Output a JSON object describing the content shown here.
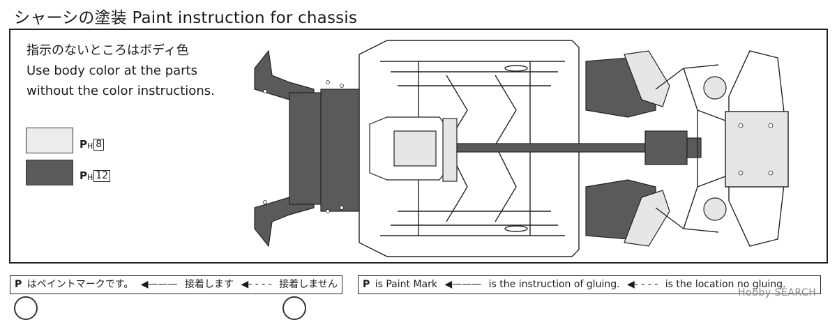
{
  "title": "シャーシの塗装 Paint instruction for chassis",
  "note": {
    "line1": "指示のないところはボディ色",
    "line2": "Use body color at the parts",
    "line3": "without the color instructions."
  },
  "colors": {
    "light": {
      "fill": "#ececec",
      "mark": "P",
      "sub": "H",
      "number": "8"
    },
    "dark": {
      "fill": "#5a5a5a",
      "mark": "P",
      "sub": "H",
      "number": "12"
    }
  },
  "legend_ja": {
    "mark": "P",
    "paint": "はペイントマークです。",
    "glue": "接着します",
    "no_glue": "接着しません"
  },
  "legend_en": {
    "mark": "P",
    "paint": "is Paint Mark",
    "glue": "is the instruction of gluing.",
    "no_glue": "is the location no gluing."
  },
  "watermark": "Hobby SEARCH"
}
